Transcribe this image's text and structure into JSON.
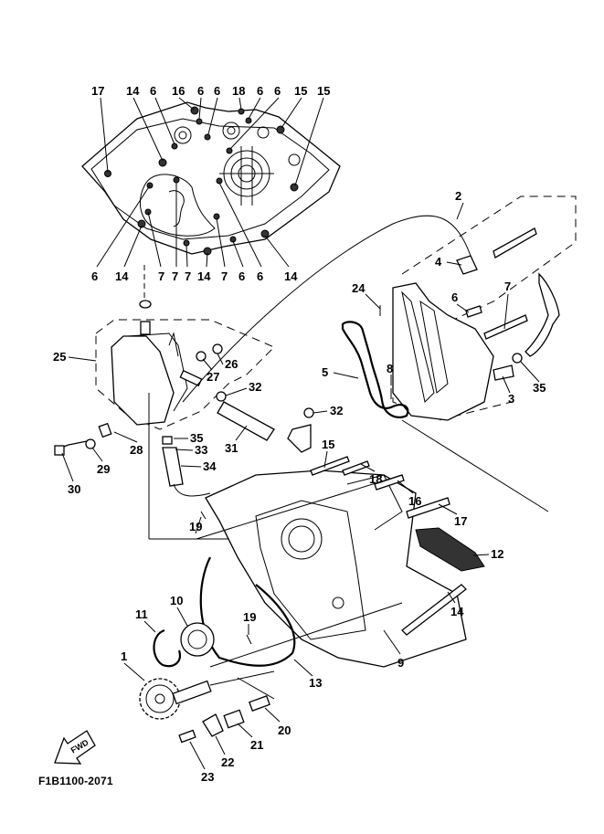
{
  "diagram": {
    "title_code": "F1B1100-2071",
    "direction_badge": "FWD",
    "callouts": [
      {
        "id": "c17a",
        "label": "17"
      },
      {
        "id": "c14a",
        "label": "14"
      },
      {
        "id": "c6a",
        "label": "6"
      },
      {
        "id": "c16a",
        "label": "16"
      },
      {
        "id": "c6b",
        "label": "6"
      },
      {
        "id": "c6c",
        "label": "6"
      },
      {
        "id": "c18a",
        "label": "18"
      },
      {
        "id": "c6d",
        "label": "6"
      },
      {
        "id": "c6e",
        "label": "6"
      },
      {
        "id": "c15a",
        "label": "15"
      },
      {
        "id": "c15b",
        "label": "15"
      },
      {
        "id": "c6f",
        "label": "6"
      },
      {
        "id": "c14b",
        "label": "14"
      },
      {
        "id": "c7a",
        "label": "7"
      },
      {
        "id": "c7b",
        "label": "7"
      },
      {
        "id": "c7c",
        "label": "7"
      },
      {
        "id": "c14c",
        "label": "14"
      },
      {
        "id": "c7d",
        "label": "7"
      },
      {
        "id": "c6g",
        "label": "6"
      },
      {
        "id": "c6h",
        "label": "6"
      },
      {
        "id": "c14d",
        "label": "14"
      },
      {
        "id": "c2",
        "label": "2"
      },
      {
        "id": "c4",
        "label": "4"
      },
      {
        "id": "c24",
        "label": "24"
      },
      {
        "id": "c6i",
        "label": "6"
      },
      {
        "id": "c7e",
        "label": "7"
      },
      {
        "id": "c5",
        "label": "5"
      },
      {
        "id": "c8",
        "label": "8"
      },
      {
        "id": "c3",
        "label": "3"
      },
      {
        "id": "c35a",
        "label": "35"
      },
      {
        "id": "c25",
        "label": "25"
      },
      {
        "id": "c26",
        "label": "26"
      },
      {
        "id": "c27",
        "label": "27"
      },
      {
        "id": "c32a",
        "label": "32"
      },
      {
        "id": "c32b",
        "label": "32"
      },
      {
        "id": "c35b",
        "label": "35"
      },
      {
        "id": "c33",
        "label": "33"
      },
      {
        "id": "c34",
        "label": "34"
      },
      {
        "id": "c31",
        "label": "31"
      },
      {
        "id": "c28",
        "label": "28"
      },
      {
        "id": "c29",
        "label": "29"
      },
      {
        "id": "c30",
        "label": "30"
      },
      {
        "id": "c15c",
        "label": "15"
      },
      {
        "id": "c18b",
        "label": "18"
      },
      {
        "id": "c16b",
        "label": "16"
      },
      {
        "id": "c17b",
        "label": "17"
      },
      {
        "id": "c12",
        "label": "12"
      },
      {
        "id": "c14e",
        "label": "14"
      },
      {
        "id": "c19a",
        "label": "19"
      },
      {
        "id": "c19b",
        "label": "19"
      },
      {
        "id": "c10",
        "label": "10"
      },
      {
        "id": "c11",
        "label": "11"
      },
      {
        "id": "c1",
        "label": "1"
      },
      {
        "id": "c9",
        "label": "9"
      },
      {
        "id": "c13",
        "label": "13"
      },
      {
        "id": "c20",
        "label": "20"
      },
      {
        "id": "c21",
        "label": "21"
      },
      {
        "id": "c22",
        "label": "22"
      },
      {
        "id": "c23",
        "label": "23"
      }
    ]
  }
}
